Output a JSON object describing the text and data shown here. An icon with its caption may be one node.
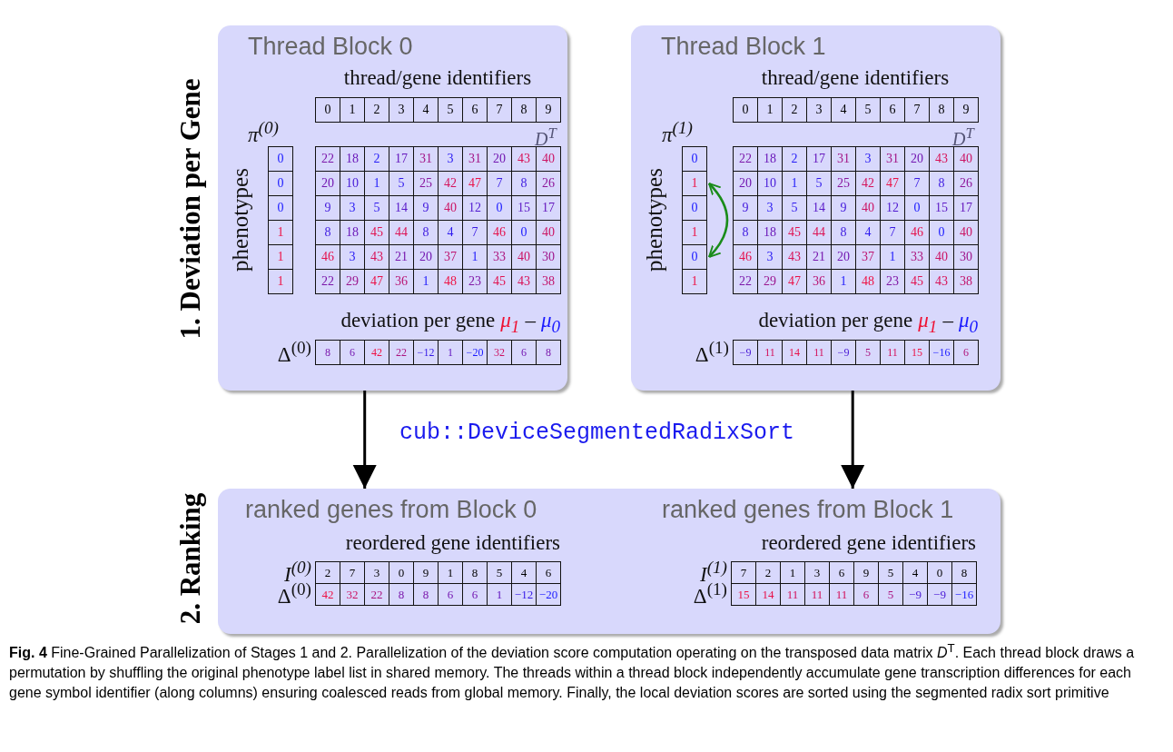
{
  "diagram": {
    "caption": "**Fig. 4** Fine-Grained Parallelization of Stages 1 and 2. Parallelization of the deviation score computation operating on the transposed data matrix *D*$^{T}$. Each thread block draws a permutation by shuffling the original phenotype label list in shared memory. The threads within a thread block independently accumulate gene transcription differences for each gene symbol identifier (along columns) ensuring coalesced reads from global memory. Finally, the local deviation scores are sorted using the segmented radix sort primitive",
    "nodes": [
      {
        "text": [
          "Thread Block 0"
        ]
      },
      {
        "text": [
          "0"
        ],
        "in": 0
      },
      {
        "text": [
          "0"
        ],
        "in": 0
      },
      {
        "text": [
          "0"
        ],
        "in": 0
      },
      {
        "text": [
          "1"
        ],
        "in": 0
      },
      {
        "text": [
          "1"
        ],
        "in": 0
      },
      {
        "text": [
          "1"
        ],
        "in": 0
      },
      {
        "text": [
          "Thread Block 1"
        ]
      },
      {
        "text": [
          "0"
        ],
        "in": 7
      },
      {
        "text": [
          "1"
        ],
        "in": 7
      },
      {
        "text": [
          "0"
        ],
        "in": 7
      },
      {
        "text": [
          "1"
        ],
        "in": 7
      },
      {
        "text": [
          "0"
        ],
        "in": 7
      },
      {
        "text": [
          "1"
        ],
        "in": 7
      },
      {
        "text": [
          "ranked genes from Block 0",
          "ranked genes from Block 1"
        ]
      }
    ],
    "edges": [
      {
        "from": 0,
        "to": 14,
        "arrow": "to"
      },
      {
        "from": 7,
        "to": 14,
        "arrow": "to"
      },
      {
        "from": 9,
        "to": 12,
        "arrow": "both",
        "color": "#1a8c1a"
      }
    ],
    "labels": [
      "1. Deviation per Gene",
      "thread/gene identifiers",
      "0",
      "1",
      "2",
      "3",
      "4",
      "5",
      "6",
      "7",
      "8",
      "9",
      "π$^{(0)}$",
      "phenotypes",
      "22",
      "18",
      "2",
      "17",
      "31",
      "3",
      "31",
      "20",
      "43",
      "40",
      "20",
      "10",
      "1",
      "5",
      "25",
      "42",
      "47",
      "7",
      "8",
      "26",
      "9",
      "3",
      "5",
      "14",
      "9",
      "40",
      "12",
      "0",
      "15",
      "17",
      "8",
      "18",
      "45",
      "44",
      "8",
      "4",
      "7",
      "46",
      "0",
      "40",
      "46",
      "3",
      "43",
      "21",
      "20",
      "37",
      "1",
      "33",
      "40",
      "30",
      "22",
      "29",
      "47",
      "36",
      "1",
      "48",
      "23",
      "45",
      "43",
      "38",
      "D$^{T}$",
      "deviation per gene",
      "μ$_{1}$",
      "–",
      "μ$_{0}$",
      "Δ$^{(0)}$",
      "8",
      "6",
      "42",
      "22",
      "−12",
      "1",
      "−20",
      "32",
      "6",
      "8",
      "thread/gene identifiers",
      "0",
      "1",
      "2",
      "3",
      "4",
      "5",
      "6",
      "7",
      "8",
      "9",
      "π$^{(1)}$",
      "phenotypes",
      "22",
      "18",
      "2",
      "17",
      "31",
      "3",
      "31",
      "20",
      "43",
      "40",
      "20",
      "10",
      "1",
      "5",
      "25",
      "42",
      "47",
      "7",
      "8",
      "26",
      "9",
      "3",
      "5",
      "14",
      "9",
      "40",
      "12",
      "0",
      "15",
      "17",
      "8",
      "18",
      "45",
      "44",
      "8",
      "4",
      "7",
      "46",
      "0",
      "40",
      "46",
      "3",
      "43",
      "21",
      "20",
      "37",
      "1",
      "33",
      "40",
      "30",
      "22",
      "29",
      "47",
      "36",
      "1",
      "48",
      "23",
      "45",
      "43",
      "38",
      "D$^{T}$",
      "deviation per gene",
      "μ$_{1}$",
      "–",
      "μ$_{0}$",
      "Δ$^{(1)}$",
      "−9",
      "11",
      "14",
      "11",
      "−9",
      "5",
      "11",
      "15",
      "−16",
      "6",
      "cub::DeviceSegmentedRadixSort",
      "2. Ranking",
      "reordered gene identifiers",
      "I$^{(0)}$",
      "2",
      "7",
      "3",
      "0",
      "9",
      "1",
      "8",
      "5",
      "4",
      "6",
      "Δ$^{(0)}$",
      "42",
      "32",
      "22",
      "8",
      "8",
      "6",
      "6",
      "1",
      "−12",
      "−20",
      "reordered gene identifiers",
      "I$^{(1)}$",
      "7",
      "2",
      "1",
      "3",
      "6",
      "9",
      "5",
      "4",
      "0",
      "8",
      "Δ$^{(1)}$",
      "15",
      "14",
      "11",
      "11",
      "11",
      "6",
      "5",
      "−9",
      "−9",
      "−16"
    ]
  }
}
